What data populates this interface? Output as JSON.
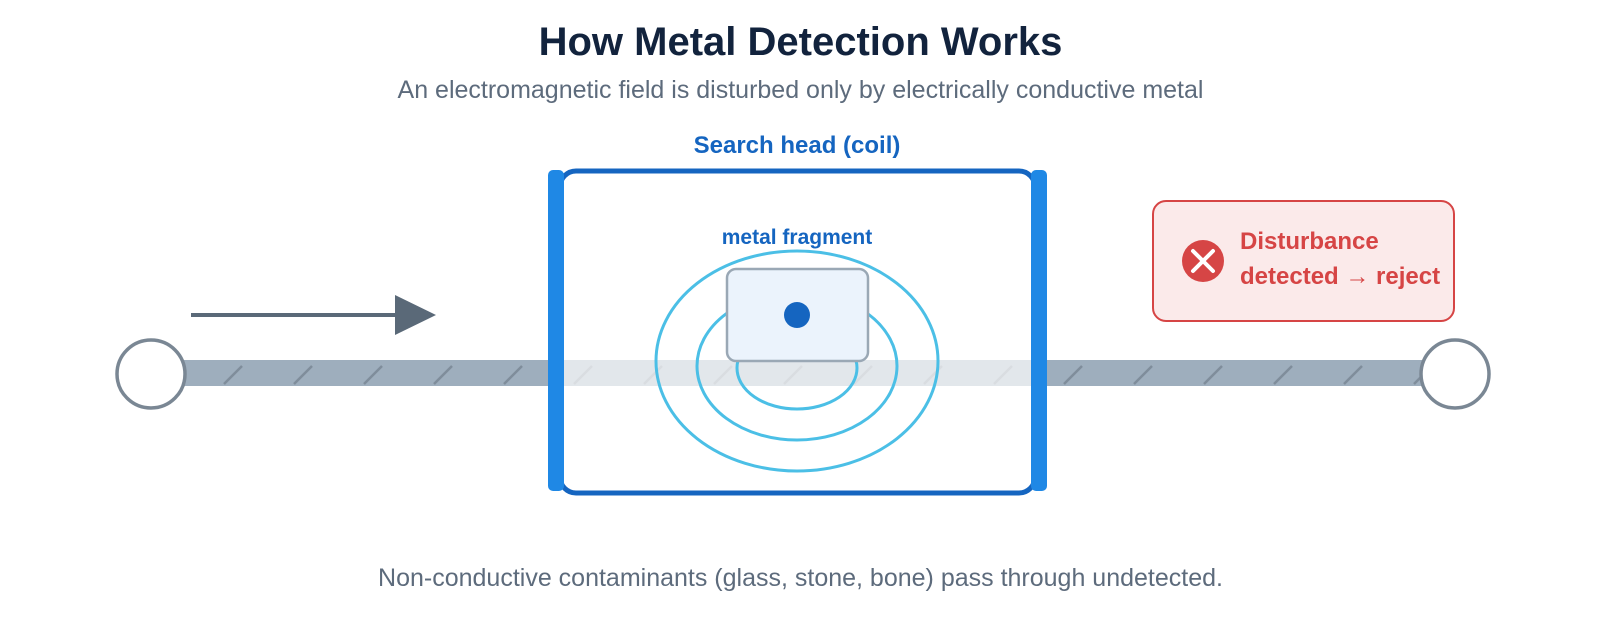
{
  "header": {
    "title": "How Metal Detection Works",
    "subtitle": "An electromagnetic field is disturbed only by electrically conductive metal"
  },
  "coil": {
    "label": "Search head (coil)"
  },
  "fragment": {
    "label": "metal fragment"
  },
  "alert": {
    "line1": "Disturbance",
    "line2": "detected → reject",
    "icon": "x-circle-icon"
  },
  "footer": {
    "note": "Non-conductive contaminants (glass, stone, bone) pass through undetected."
  },
  "colors": {
    "coil_blue": "#1f88e5",
    "coil_dark": "#1565c0",
    "field_rings": "#4bbfe6",
    "belt": "#9eaebd",
    "roller": "#7a8794",
    "arrow": "#5a6978",
    "alert_red": "#d64545",
    "alert_bg": "#fbeaea",
    "title": "#12233d"
  }
}
